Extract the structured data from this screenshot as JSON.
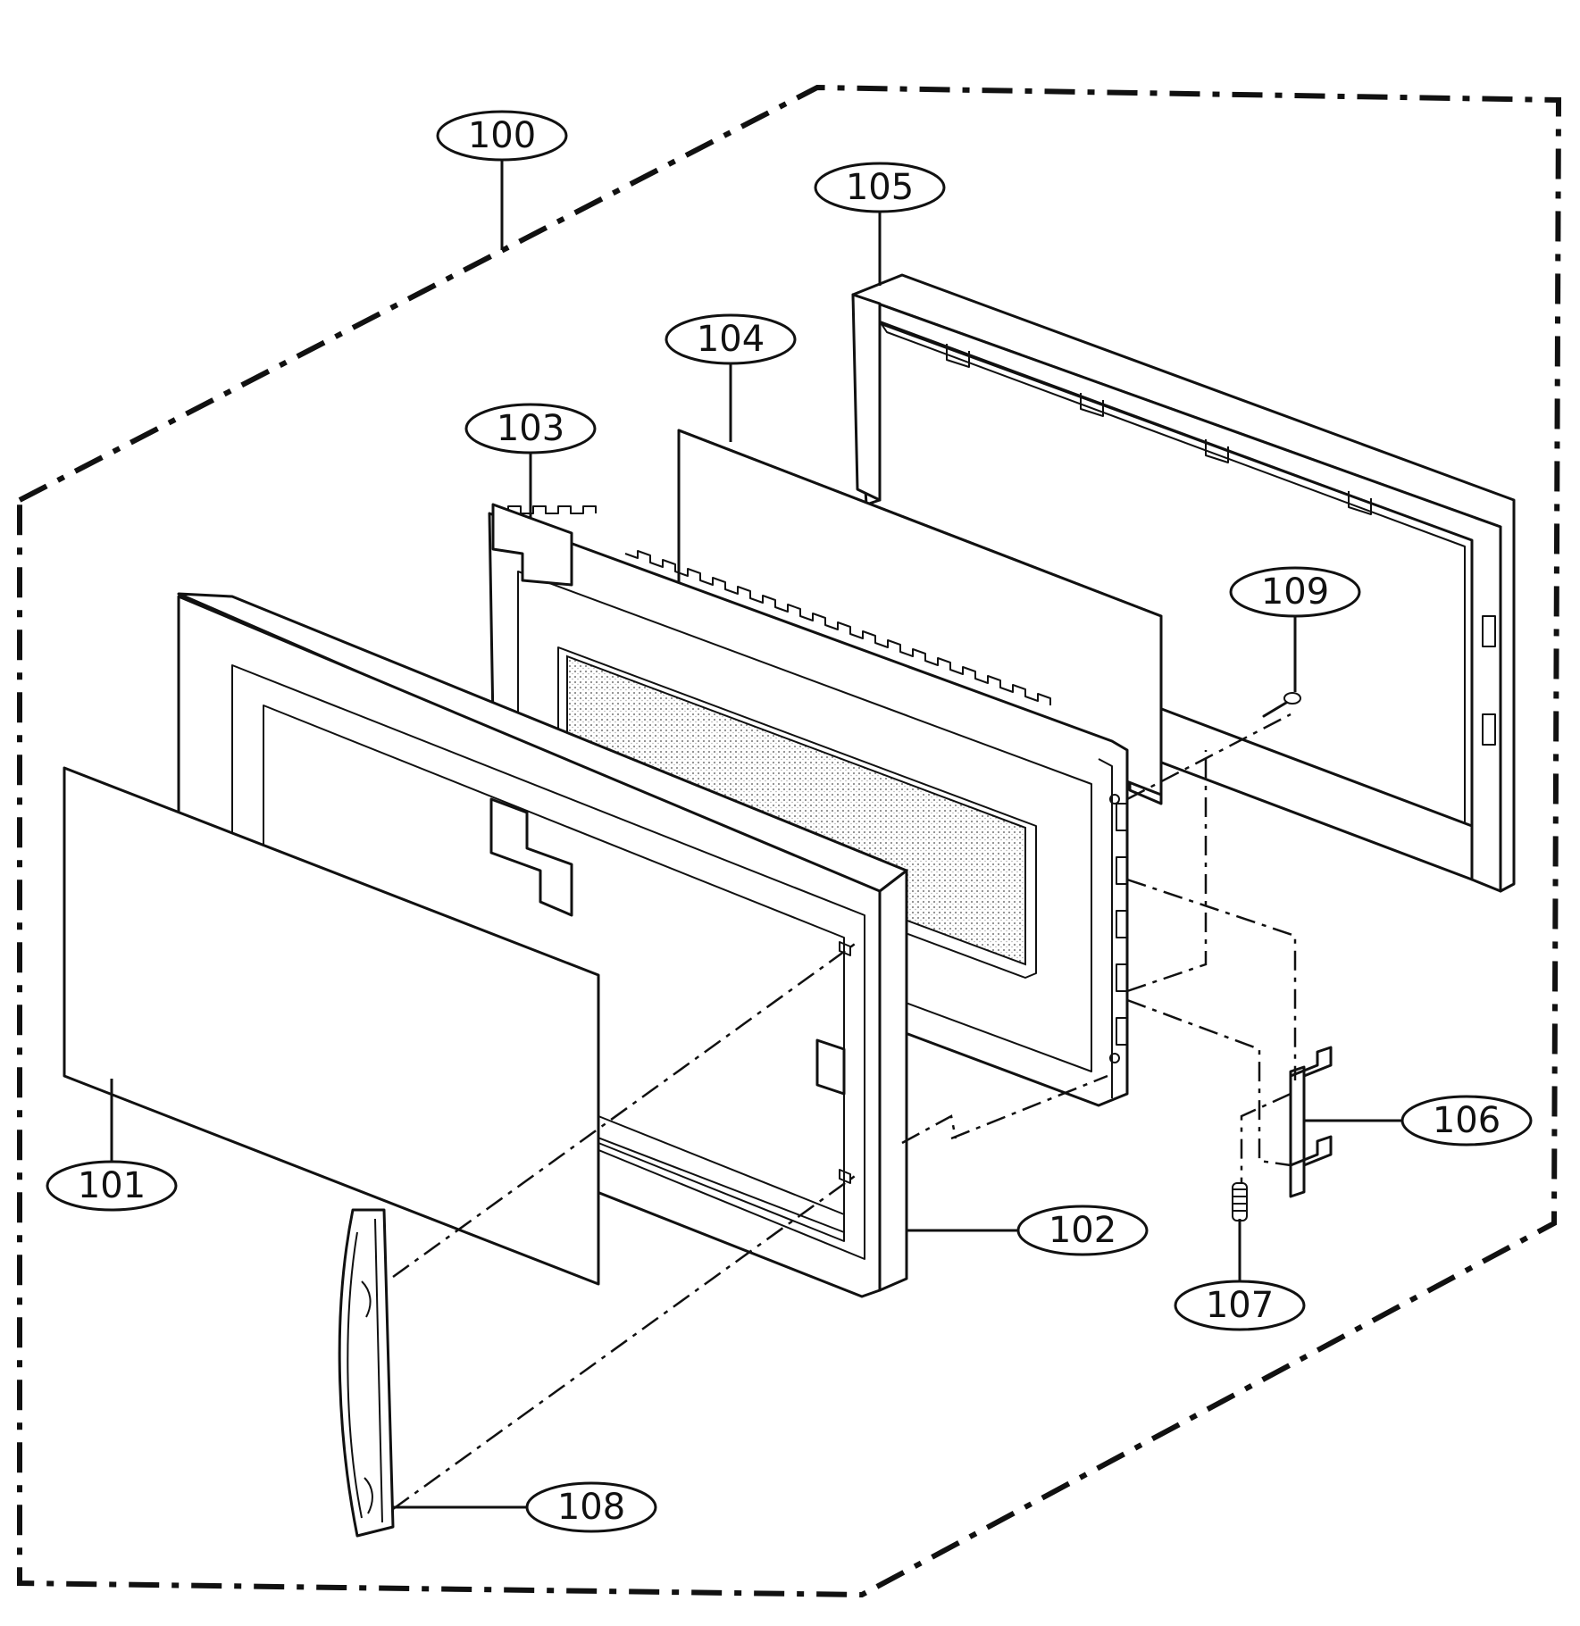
{
  "diagram": {
    "callouts": [
      {
        "id": "100",
        "label": "100"
      },
      {
        "id": "101",
        "label": "101"
      },
      {
        "id": "102",
        "label": "102"
      },
      {
        "id": "103",
        "label": "103"
      },
      {
        "id": "104",
        "label": "104"
      },
      {
        "id": "105",
        "label": "105"
      },
      {
        "id": "106",
        "label": "106"
      },
      {
        "id": "107",
        "label": "107"
      },
      {
        "id": "108",
        "label": "108"
      },
      {
        "id": "109",
        "label": "109"
      }
    ],
    "colors": {
      "line": "#111111",
      "background": "#ffffff",
      "mesh": "#9a9a9a"
    }
  }
}
